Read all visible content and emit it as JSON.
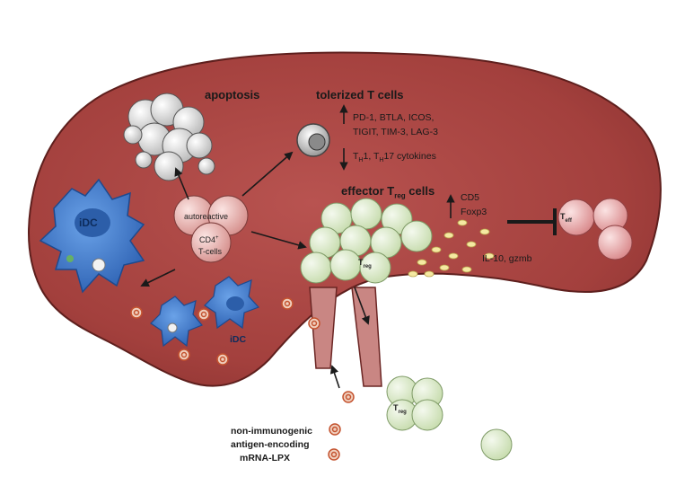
{
  "labels": {
    "apoptosis": "apoptosis",
    "tolerized": "tolerized T cells",
    "inhib_1": "PD-1, BTLA, ICOS,",
    "inhib_2": "TIGIT, TIM-3, LAG-3",
    "cyto_th1": "T",
    "cyto_th1_sub": "H",
    "cyto_mid": "1, T",
    "cyto_th17_sub": "H",
    "cyto_rest": "17 cytokines",
    "effector": "effector T",
    "effector_sub": "reg",
    "effector_tail": " cells",
    "cd5": "CD5",
    "foxp3": "Foxp3",
    "il10": "IL-10, gzmb",
    "teff": "T",
    "teff_sub": "eff",
    "treg": "T",
    "treg_sub": "reg",
    "treg2": "T",
    "treg2_sub": "reg",
    "idc_top": "iDC",
    "idc_bottom": "iDC",
    "autoreactive": "autoreactive",
    "cd4": "CD4",
    "cd4_sup": "+",
    "tcells": "T-cells",
    "lpx_1": "non-immunogenic",
    "lpx_2": "antigen-encoding",
    "lpx_3": "mRNA-LPX"
  },
  "colors": {
    "liver": "#a8423f",
    "liver_dark": "#7d2a28",
    "treg_cell": "#d8e8c4",
    "teff_cell": "#e4a7a8",
    "idc": "#4f86d4",
    "particle": "#f2e79a",
    "vessel": "#c97c7a"
  }
}
